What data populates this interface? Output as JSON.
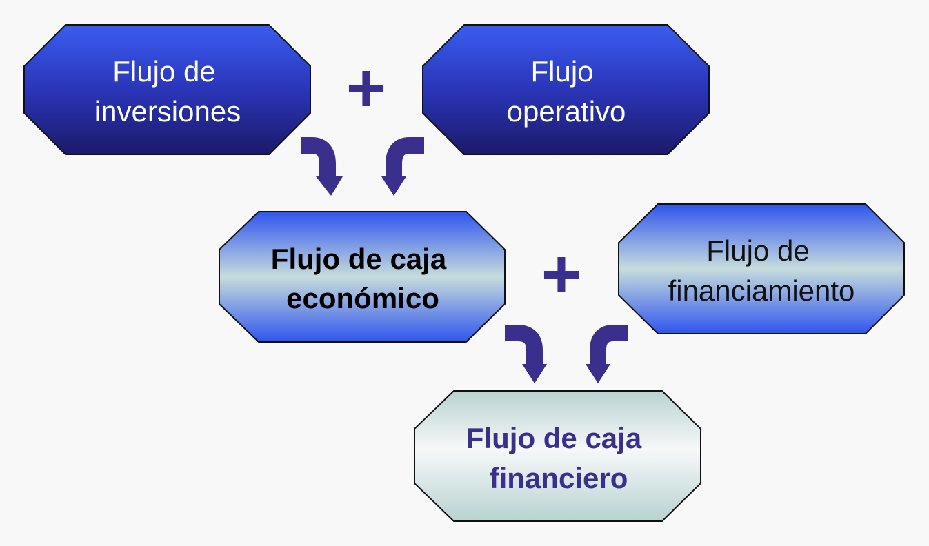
{
  "colors": {
    "accent": "#3a2f8c",
    "box_blue_top": "#3a5df0",
    "box_dark": "#1c1a6a",
    "box_light": "#c8dedd"
  },
  "boxes": {
    "investment": {
      "line1": "Flujo de",
      "line2": "inversiones"
    },
    "operating": {
      "line1": "Flujo",
      "line2": "operativo"
    },
    "economic": {
      "line1": "Flujo de caja",
      "line2": "económico"
    },
    "financing": {
      "line1": "Flujo de",
      "line2": "financiamiento"
    },
    "financial": {
      "line1": "Flujo de caja",
      "line2": "financiero"
    }
  },
  "operators": {
    "plus1": "+",
    "plus2": "+"
  }
}
